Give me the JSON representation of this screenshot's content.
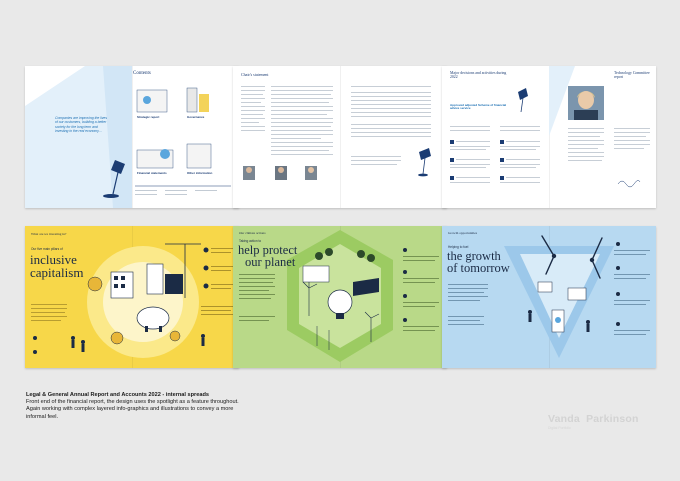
{
  "spreads": [
    {
      "id": "contents",
      "intro": "Companies are improving the lives of our customers, building a better society for the long term and investing in the real economy…",
      "contents_title": "Contents",
      "sections": [
        "Strategic report",
        "Governance",
        "Financial statements",
        "Other information"
      ]
    },
    {
      "id": "chair-statement",
      "title": "Chair's statement"
    },
    {
      "id": "major-decisions",
      "left_title": "Major decisions and activities during 2022",
      "right_title": "Technology Committee report",
      "highlight": "Approved adjusted Scheme of financial advice service"
    },
    {
      "id": "inclusive-capitalism",
      "kicker": "What are we investing in?",
      "subhead": "Our five main pillars of",
      "title_l1": "inclusive",
      "title_l2": "capitalism",
      "bg": "#f7d749"
    },
    {
      "id": "climate-actions",
      "kicker": "Our climate actions",
      "subhead": "Taking action to",
      "title_l1": "help protect",
      "title_l2": "our planet",
      "bg": "#b9d988"
    },
    {
      "id": "growth-opportunities",
      "kicker": "Growth opportunities",
      "subhead": "Helping to fuel",
      "title_l1": "the growth",
      "title_l2": "of tomorrow",
      "bg": "#b7d9f1"
    }
  ],
  "caption": {
    "title": "Legal & General Annual Report and Accounts 2022 - internal spreads",
    "line1": "Front end of the financial report, the design uses the spotlight as a feature throughout.",
    "line2": "Again working with complex layered info-graphics and illustrations to convey a more",
    "line3": "informal feel."
  },
  "brand": {
    "first": "Vanda",
    "last": "Parkinson",
    "tagline": "Digital Portfolio"
  }
}
